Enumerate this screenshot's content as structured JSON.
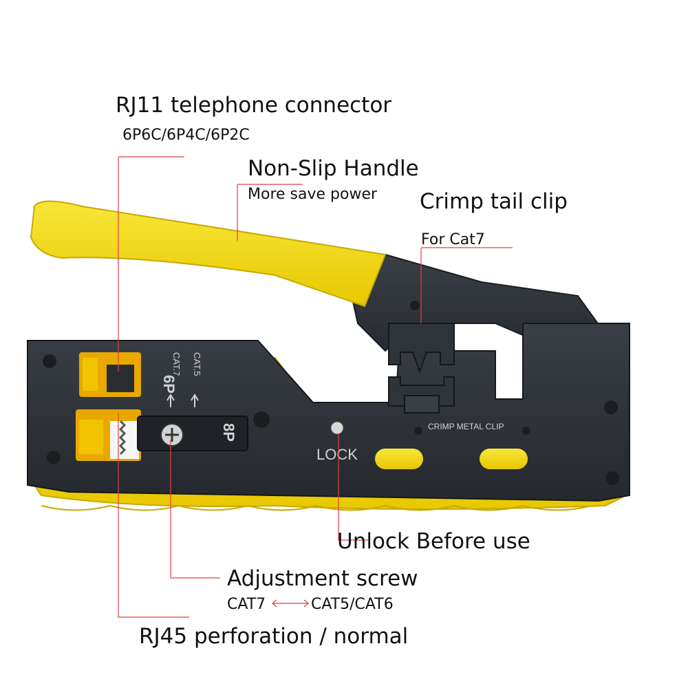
{
  "tool_markings": {
    "port_6p": "6P",
    "port_8p": "8P",
    "cat7_mark": "CAT.7",
    "cat5_mark": "CAT.5",
    "lock": "LOCK",
    "crimp_metal_clip": "CRIMP METAL CLIP"
  },
  "callouts": {
    "rj11": {
      "title": "RJ11 telephone connector",
      "sub": "6P6C/6P4C/6P2C"
    },
    "handle": {
      "title": "Non-Slip Handle",
      "sub": "More save power"
    },
    "tail_clip": {
      "title": "Crimp tail clip",
      "sub": "For Cat7"
    },
    "unlock": {
      "title": "Unlock Before use"
    },
    "screw": {
      "title": "Adjustment screw",
      "sub_left": "CAT7",
      "sub_right": "CAT5/CAT6"
    },
    "rj45": {
      "title": "RJ45 perforation / normal"
    }
  },
  "colors": {
    "handle_yellow": "#f4dd12",
    "body_black": "#2a2e33",
    "leader_red": "#e04040"
  }
}
